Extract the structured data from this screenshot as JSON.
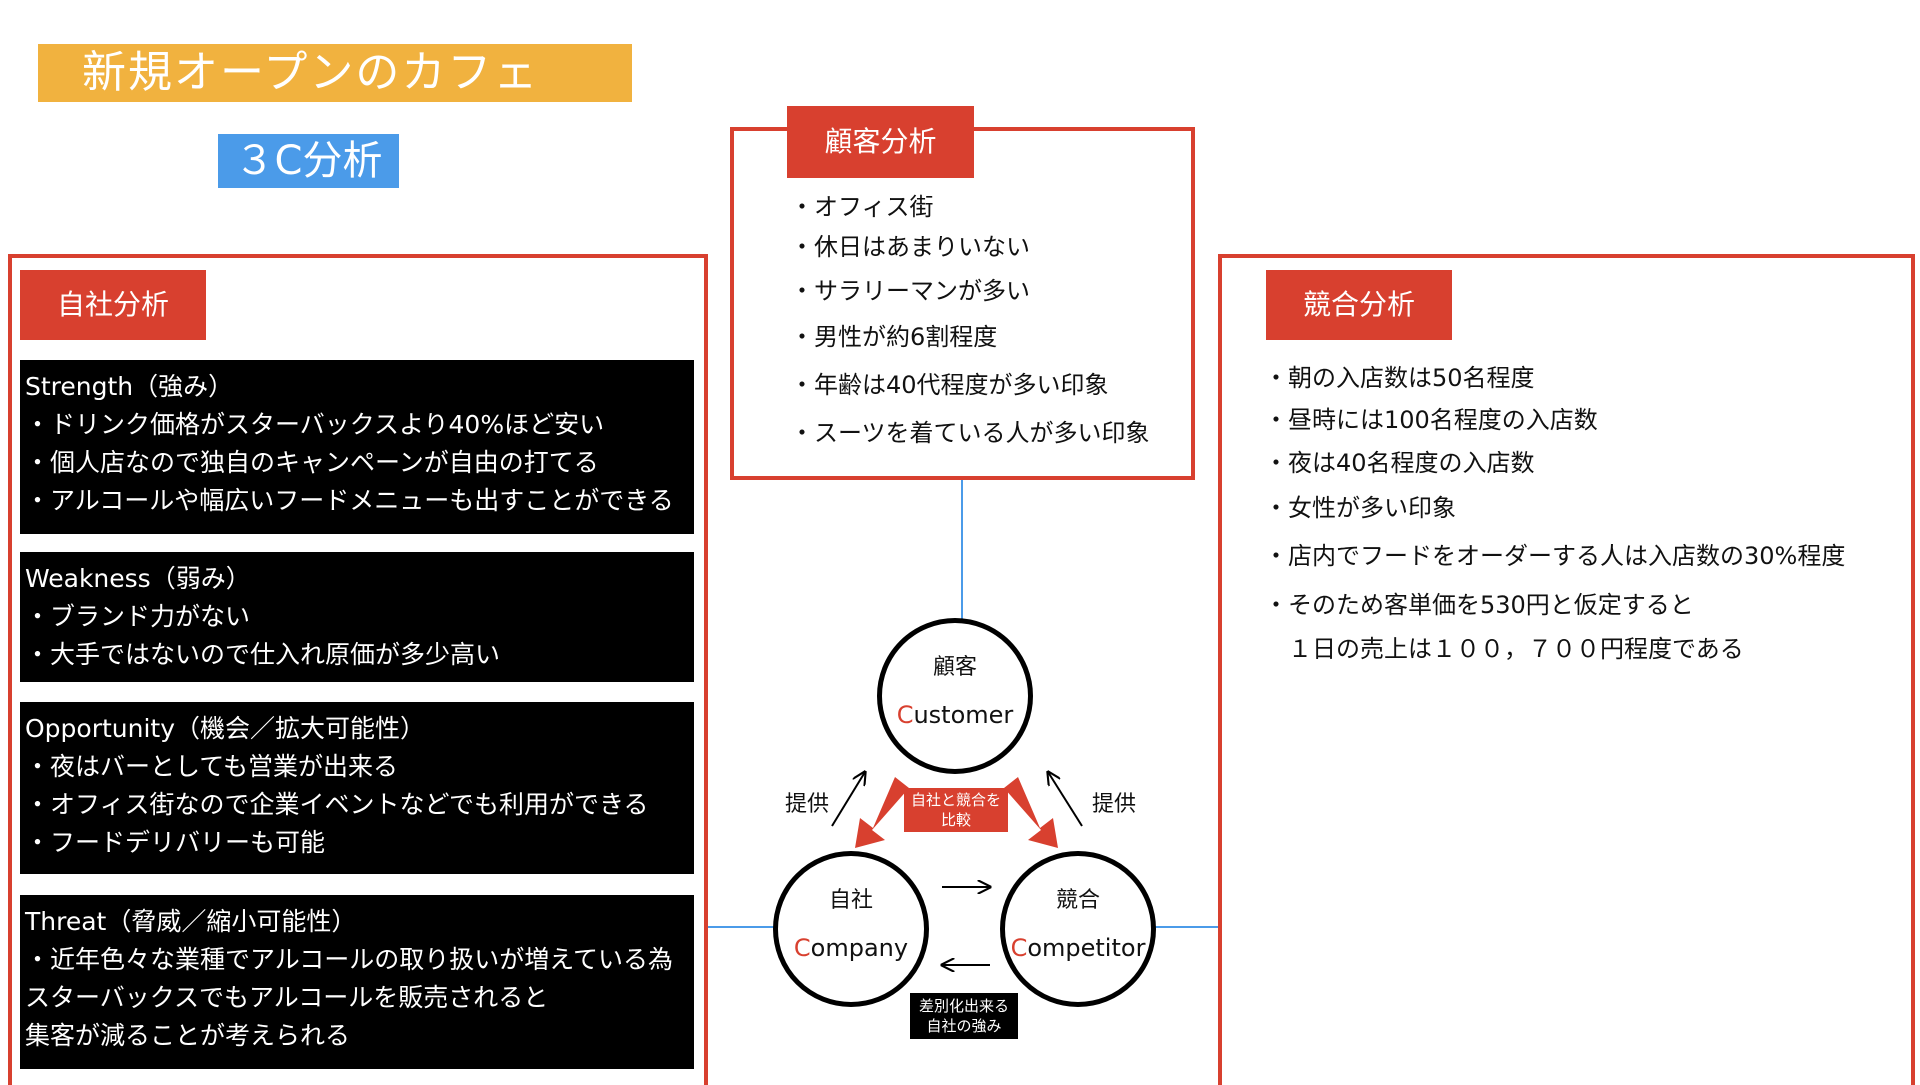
{
  "title": "新規オープンのカフェ",
  "subtitle": "３C分析",
  "colors": {
    "accent_red": "#d8402f",
    "title_orange": "#f1b23f",
    "subtitle_blue": "#4b9be9",
    "connector_blue": "#4b9be9"
  },
  "customer_analysis": {
    "header": "顧客分析",
    "items": [
      "・オフィス街",
      "・休日はあまりいない",
      "・サラリーマンが多い",
      "・男性が約6割程度",
      "・年齢は40代程度が多い印象",
      "・スーツを着ている人が多い印象"
    ]
  },
  "company_analysis": {
    "header": "自社分析",
    "strength": {
      "heading": "Strength（強み）",
      "lines": [
        "・ドリンク価格がスターバックスより40%ほど安い",
        "・個人店なので独自のキャンペーンが自由の打てる",
        "・アルコールや幅広いフードメニューも出すことができる"
      ]
    },
    "weakness": {
      "heading": "Weakness（弱み）",
      "lines": [
        "・ブランド力がない",
        "・大手ではないので仕入れ原価が多少高い"
      ]
    },
    "opportunity": {
      "heading": "Opportunity（機会／拡大可能性）",
      "lines": [
        "・夜はバーとしても営業が出来る",
        "・オフィス街なので企業イベントなどでも利用ができる",
        "・フードデリバリーも可能"
      ]
    },
    "threat": {
      "heading": "Threat（脅威／縮小可能性）",
      "lines": [
        "・近年色々な業種でアルコールの取り扱いが増えている為",
        "スターバックスでもアルコールを販売されると",
        "集客が減ることが考えられる"
      ]
    }
  },
  "competitor_analysis": {
    "header": "競合分析",
    "items": [
      "・朝の入店数は50名程度",
      "・昼時には100名程度の入店数",
      "・夜は40名程度の入店数",
      "・女性が多い印象",
      "・店内でフードをオーダーする人は入店数の30%程度",
      "・そのため客単価を530円と仮定すると",
      "　１日の売上は１００，７００円程度である"
    ]
  },
  "diagram": {
    "customer": {
      "label": "顧客",
      "initial": "C",
      "rest": "ustomer"
    },
    "company": {
      "label": "自社",
      "initial": "C",
      "rest": "ompany"
    },
    "competitor": {
      "label": "競合",
      "initial": "C",
      "rest": "ompetitor"
    },
    "provide_left": "提供",
    "provide_right": "提供",
    "compare_note": [
      "自社と競合を",
      "比較"
    ],
    "diff_note": [
      "差別化出来る",
      "自社の強み"
    ]
  }
}
